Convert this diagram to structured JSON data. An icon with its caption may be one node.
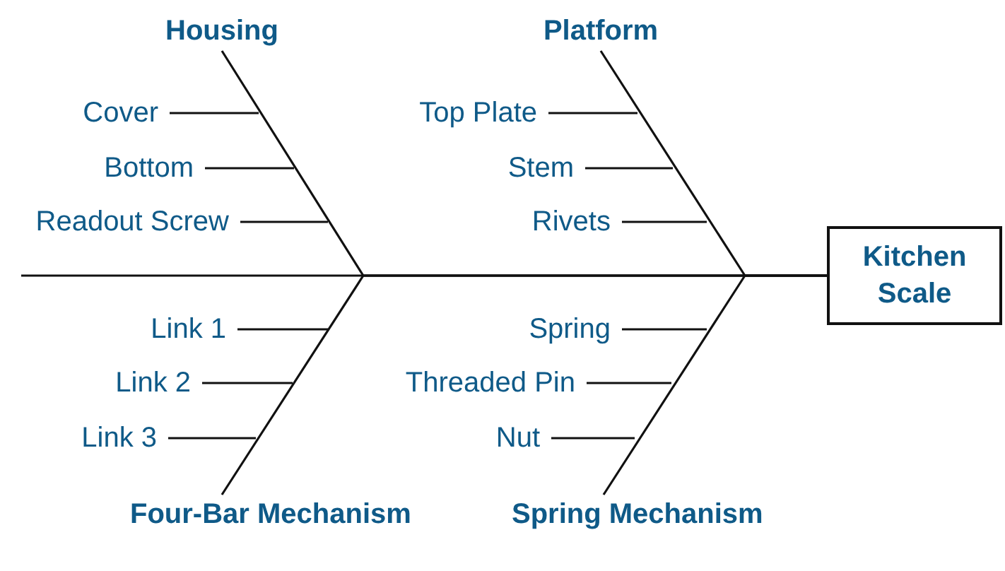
{
  "diagram": {
    "nodes": [
      {
        "text": [
          "Housing"
        ]
      },
      {
        "text": [
          "Cover"
        ]
      },
      {
        "text": [
          "Bottom"
        ]
      },
      {
        "text": [
          "Readout Screw"
        ]
      },
      {
        "text": [
          "Platform"
        ]
      },
      {
        "text": [
          "Top Plate"
        ]
      },
      {
        "text": [
          "Stem"
        ]
      },
      {
        "text": [
          "Rivets"
        ]
      },
      {
        "text": [
          "Four-Bar Mechanism"
        ]
      },
      {
        "text": [
          "Link 1"
        ]
      },
      {
        "text": [
          "Link 2"
        ]
      },
      {
        "text": [
          "Link 3"
        ]
      },
      {
        "text": [
          "Spring Mechanism"
        ]
      },
      {
        "text": [
          "Spring"
        ]
      },
      {
        "text": [
          "Threaded Pin"
        ]
      },
      {
        "text": [
          "Nut"
        ]
      },
      {
        "text": [
          "Kitchen Scale"
        ]
      }
    ],
    "edges": [
      {
        "from": null,
        "to": 16,
        "arrow": "none"
      },
      {
        "from": 0,
        "to": 16,
        "arrow": "none"
      },
      {
        "from": 4,
        "to": 16,
        "arrow": "none"
      },
      {
        "from": 8,
        "to": 16,
        "arrow": "none"
      },
      {
        "from": 12,
        "to": 16,
        "arrow": "none"
      },
      {
        "from": 1,
        "to": null,
        "arrow": "none"
      },
      {
        "from": 2,
        "to": null,
        "arrow": "none"
      },
      {
        "from": 3,
        "to": null,
        "arrow": "none"
      },
      {
        "from": 5,
        "to": null,
        "arrow": "none"
      },
      {
        "from": 6,
        "to": null,
        "arrow": "none"
      },
      {
        "from": 7,
        "to": null,
        "arrow": "none"
      },
      {
        "from": 9,
        "to": null,
        "arrow": "none"
      },
      {
        "from": 10,
        "to": null,
        "arrow": "none"
      },
      {
        "from": 11,
        "to": null,
        "arrow": "none"
      },
      {
        "from": 13,
        "to": null,
        "arrow": "none"
      },
      {
        "from": 14,
        "to": null,
        "arrow": "none"
      },
      {
        "from": 15,
        "to": null,
        "arrow": "none"
      }
    ]
  }
}
